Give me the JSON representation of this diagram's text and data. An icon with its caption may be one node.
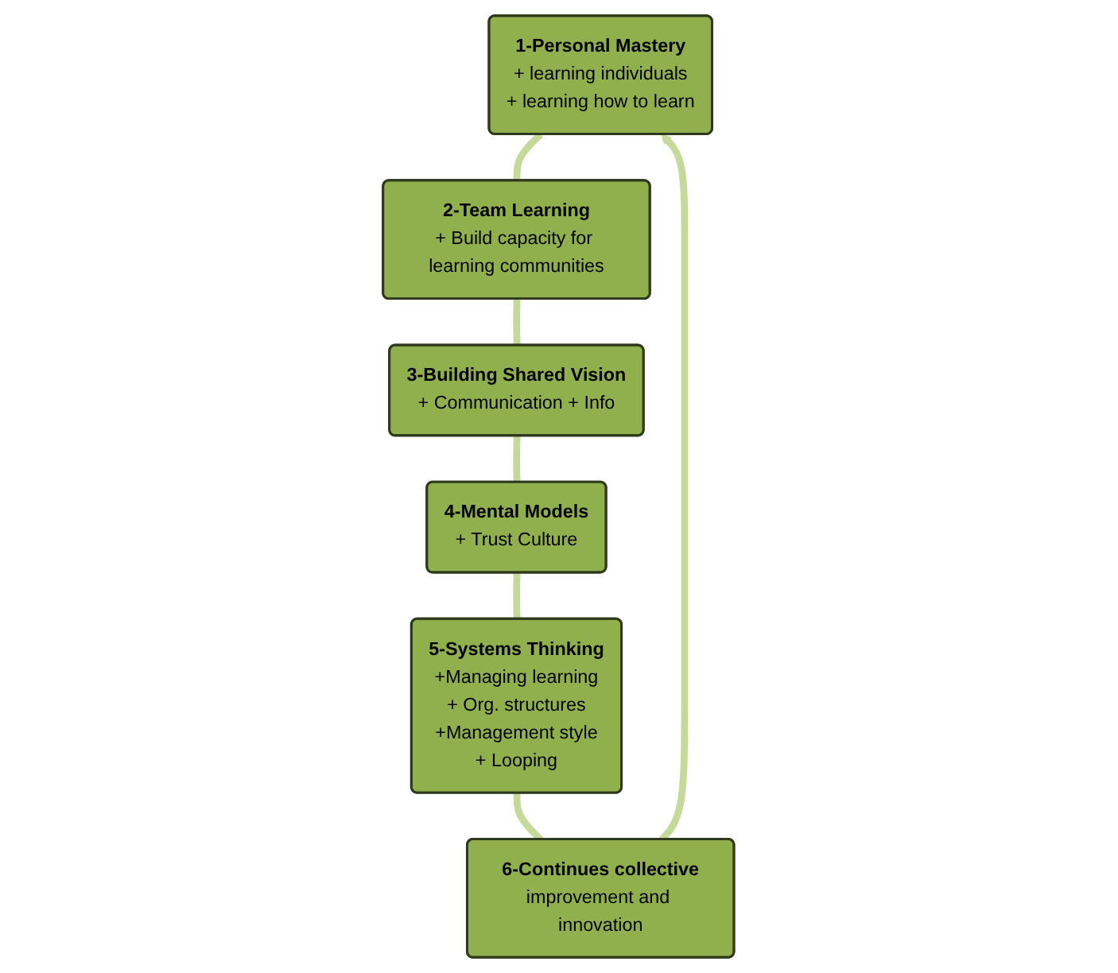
{
  "diagram": {
    "nodes": [
      {
        "text": [
          "1-Personal Mastery",
          "+ learning individuals",
          "+ learning how to learn"
        ]
      },
      {
        "text": [
          "2-Team Learning",
          "+ Build capacity for learning communities"
        ]
      },
      {
        "text": [
          "3-Building Shared Vision",
          "+ Communication + Info"
        ]
      },
      {
        "text": [
          "4-Mental Models",
          "+ Trust Culture"
        ]
      },
      {
        "text": [
          "5-Systems Thinking",
          "+Managing learning",
          "+ Org. structures",
          "+Management style",
          "+ Looping"
        ]
      },
      {
        "text": [
          "6-Continues collective",
          "improvement and innovation"
        ]
      }
    ],
    "edges": [
      {
        "from": 0,
        "to": 1,
        "arrow": "none"
      },
      {
        "from": 1,
        "to": 2,
        "arrow": "none"
      },
      {
        "from": 2,
        "to": 3,
        "arrow": "none"
      },
      {
        "from": 3,
        "to": 4,
        "arrow": "none"
      },
      {
        "from": 4,
        "to": 5,
        "arrow": "none"
      },
      {
        "from": 5,
        "to": 0,
        "arrow": "to"
      }
    ]
  }
}
